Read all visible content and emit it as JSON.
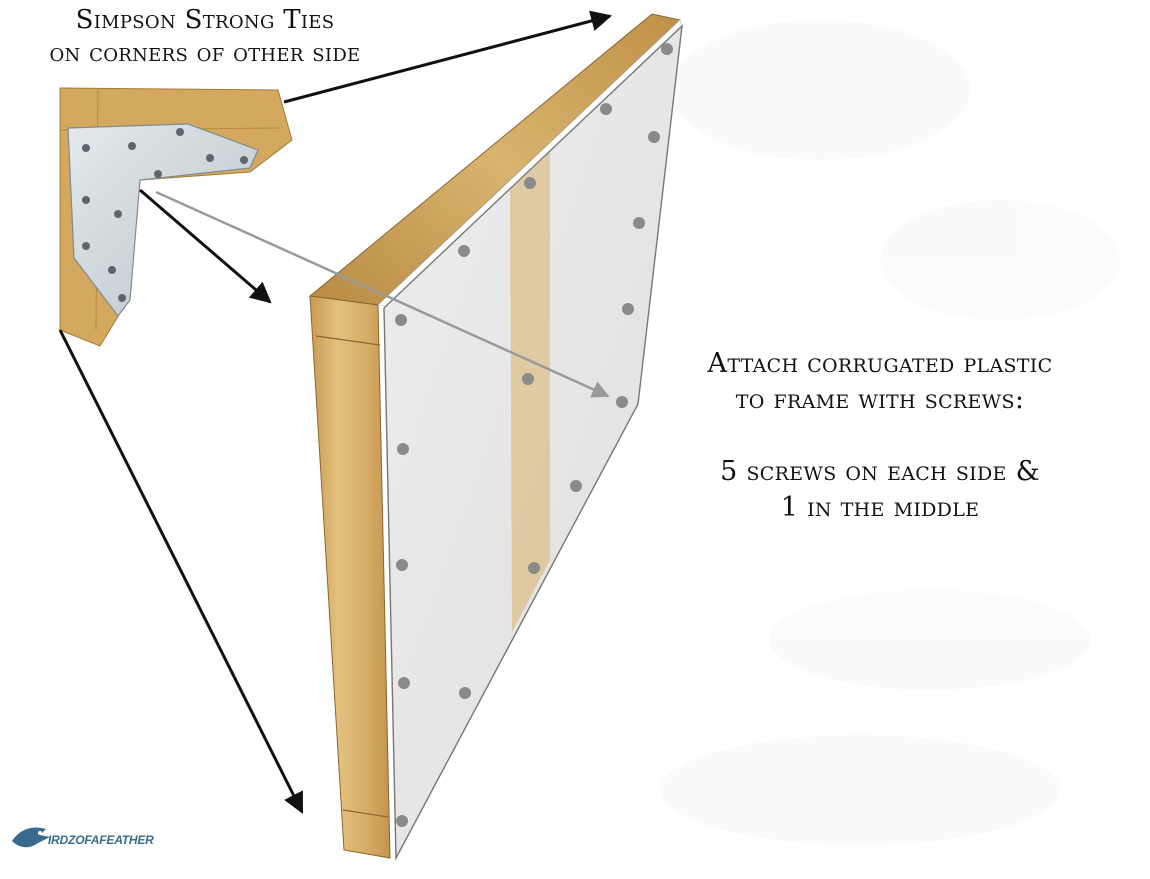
{
  "callouts": {
    "top_line1": "Simpson Strong Ties",
    "top_line2": "on corners of other side",
    "right_line1": "Attach corrugated plastic",
    "right_line2": "to frame with screws:",
    "right_line3": "5 screws on each side &",
    "right_line4": "1 in the middle"
  },
  "brand": {
    "text": "IRDZOFAFEATHER",
    "logo_icon": "bird-logo-icon"
  },
  "colors": {
    "wood": "#d9b26a",
    "wood_dark": "#b58b45",
    "plastic": "#e6e6e6",
    "screw": "#8a8a8a",
    "bracket": "#cfd8dc",
    "arrow_black": "#111111",
    "arrow_gray": "#9a9a9a",
    "brand": "#3a6a8e"
  }
}
